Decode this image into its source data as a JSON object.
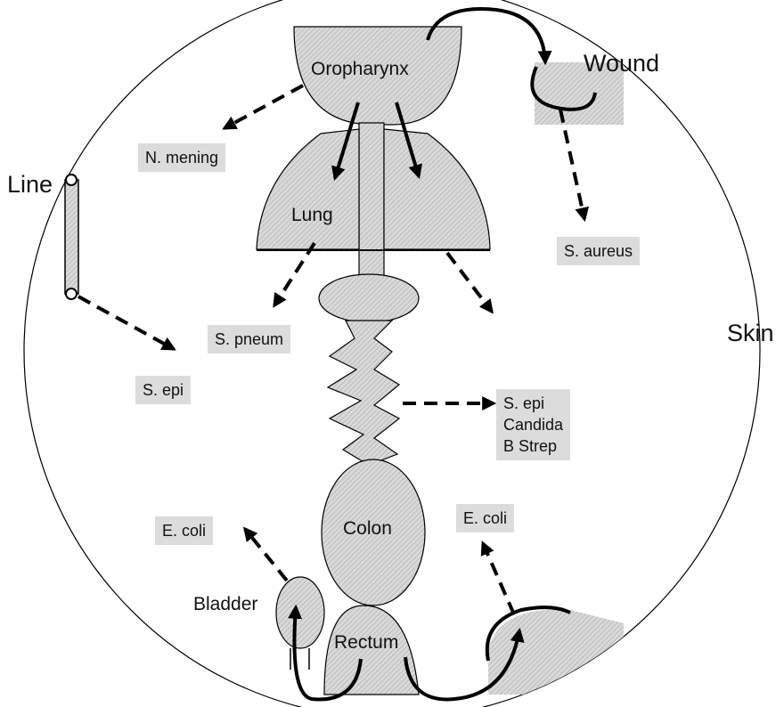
{
  "labels": {
    "skin": "Skin",
    "wound": "Wound",
    "line": "Line",
    "oropharynx": "Oropharynx",
    "lung": "Lung",
    "colon": "Colon",
    "bladder": "Bladder",
    "rectum": "Rectum"
  },
  "organisms": {
    "n_mening": "N. mening",
    "s_aureus": "S. aureus",
    "s_pneum": "S. pneum",
    "s_epi_line": "S. epi",
    "gut": [
      "S. epi",
      "Candida",
      "B Strep"
    ],
    "e_coli_bladder": "E. coli",
    "e_coli_right": "E. coli"
  },
  "colors": {
    "fill": "#d9d9d9",
    "hatch": "#a9a9a9",
    "stroke": "#000000",
    "label_box": "#dcdcdc"
  }
}
